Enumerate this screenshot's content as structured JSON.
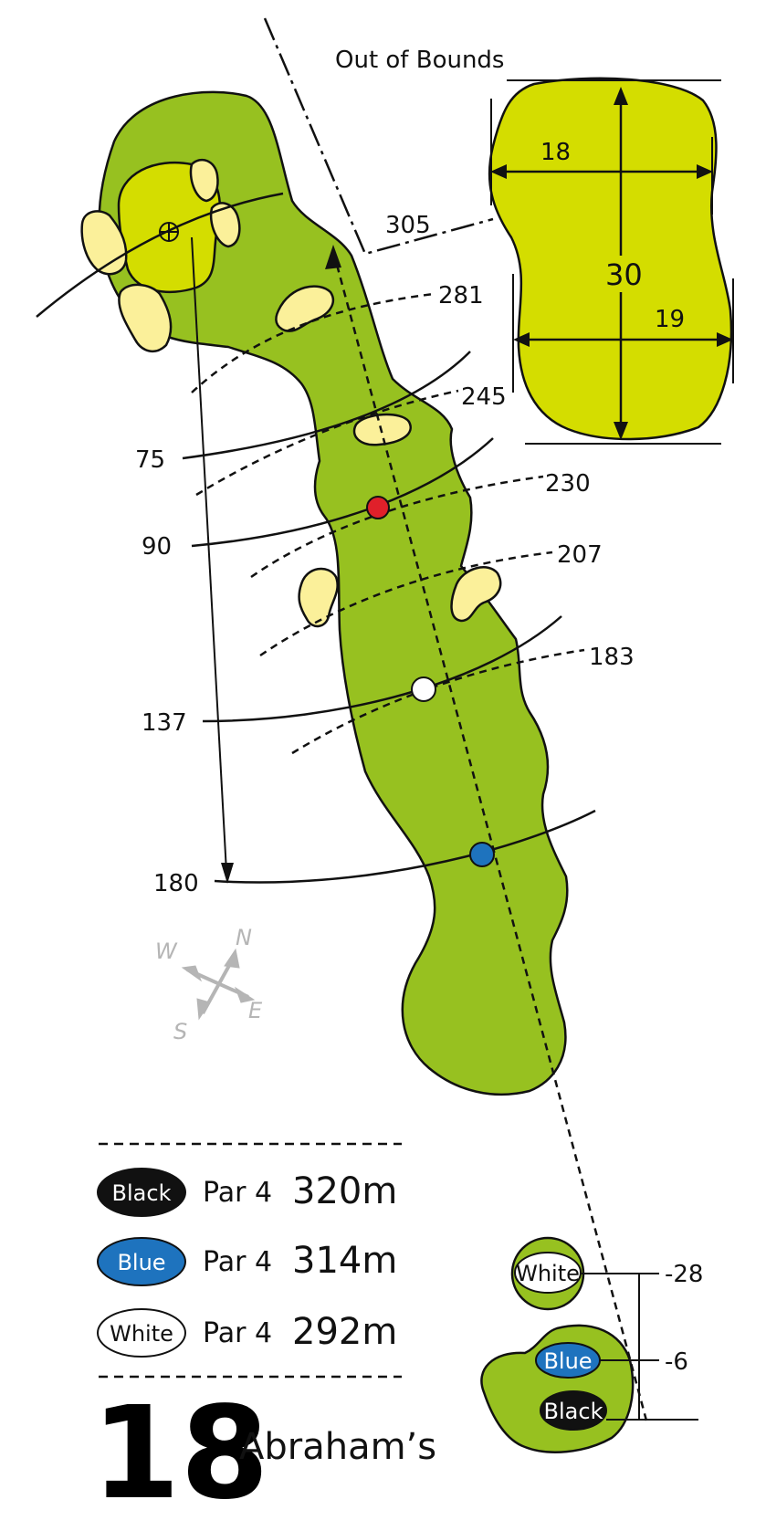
{
  "header": {
    "out_of_bounds_label": "Out of Bounds"
  },
  "green": {
    "depth": "30",
    "front_width": "18",
    "back_width": "19"
  },
  "distance_markers": {
    "right": [
      "305",
      "281",
      "245",
      "230",
      "207",
      "183"
    ],
    "left": [
      "75",
      "90",
      "137",
      "180"
    ]
  },
  "compass": {
    "north": "N",
    "east": "E",
    "south": "S",
    "west": "W"
  },
  "tee_offsets": {
    "white": "-28",
    "blue": "-6"
  },
  "tee_labels": {
    "white": "White",
    "blue": "Blue",
    "black": "Black"
  },
  "scorecard": [
    {
      "tee": "Black",
      "par": "Par 4",
      "length": "320m",
      "color": "#111111",
      "text_color": "#ffffff"
    },
    {
      "tee": "Blue",
      "par": "Par 4",
      "length": "314m",
      "color": "#1e73be",
      "text_color": "#ffffff"
    },
    {
      "tee": "White",
      "par": "Par 4",
      "length": "292m",
      "color": "#ffffff",
      "text_color": "#111111"
    }
  ],
  "hole": {
    "number": "18",
    "name": "Abraham’s"
  },
  "colors": {
    "fairway": "#97c120",
    "green": "#d4dd00",
    "bunker": "#fbf09a",
    "red_marker": "#e0202a",
    "blue_marker": "#1e73be"
  }
}
